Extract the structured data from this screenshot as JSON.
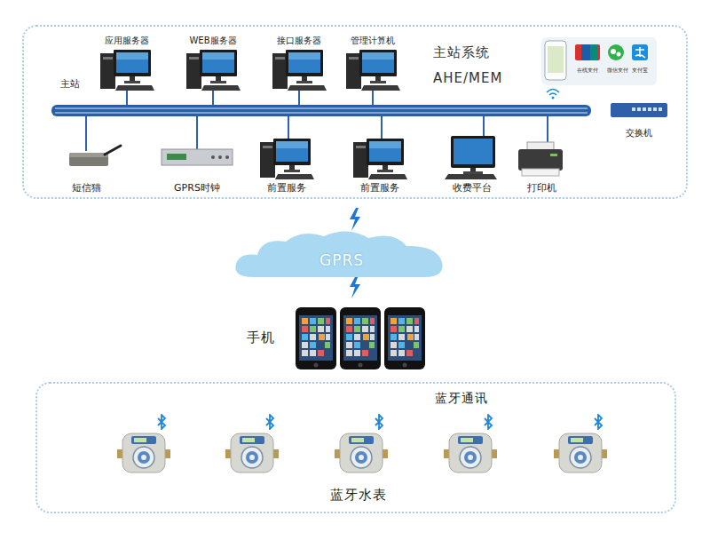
{
  "diagram": {
    "nodes": [
      {
        "text": [
          "主站",
          "主站系统",
          "AHE/MEM"
        ]
      },
      {
        "text": [
          "应用服务器"
        ],
        "in": 0
      },
      {
        "text": [
          "WEB服务器"
        ],
        "in": 0
      },
      {
        "text": [
          "接口服务器"
        ],
        "in": 0
      },
      {
        "text": [
          "管理计算机"
        ],
        "in": 0
      },
      {
        "text": [
          "交换机"
        ],
        "in": 0
      },
      {
        "text": [
          "短信猫"
        ],
        "in": 0
      },
      {
        "text": [
          "GPRS时钟"
        ],
        "in": 0
      },
      {
        "text": [
          "前置服务"
        ],
        "in": 0
      },
      {
        "text": [
          "前置服务"
        ],
        "in": 0
      },
      {
        "text": [
          "收费平台"
        ],
        "in": 0
      },
      {
        "text": [
          "打印机"
        ],
        "in": 0
      },
      {
        "text": [
          "GPRS"
        ]
      },
      {
        "text": [
          "手机"
        ]
      },
      {
        "text": [
          "蓝牙通讯",
          "蓝牙水表"
        ]
      }
    ],
    "labels": [
      "在线支付",
      "微信支付",
      "支付宝"
    ]
  }
}
